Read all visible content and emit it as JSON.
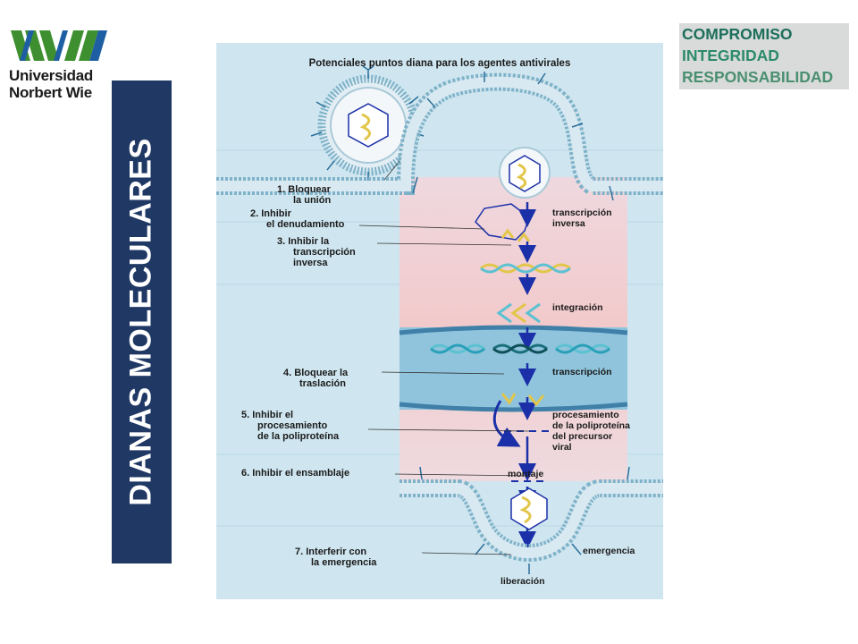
{
  "logo": {
    "line1": "Universidad",
    "line2": "Norbert Wie"
  },
  "slide_title": "DIANAS MOLECULARES",
  "values": [
    "COMPROMISO",
    "INTEGRIDAD",
    "RESPONSABILIDAD"
  ],
  "colors": {
    "band": "#1f3864",
    "figure_bg": "#cfe6f0",
    "arrow": "#1a2fa8",
    "membrane": "#7fb2c8"
  },
  "figure": {
    "title": "Potenciales puntos diana para los agentes antivirales",
    "targets": [
      {
        "num": "1.",
        "text": [
          "Bloquear",
          "la unión"
        ]
      },
      {
        "num": "2.",
        "text": [
          "Inhibir",
          "el denudamiento"
        ]
      },
      {
        "num": "3.",
        "text": [
          "Inhibir la",
          "transcripción",
          "inversa"
        ]
      },
      {
        "num": "4.",
        "text": [
          "Bloquear la",
          "traslación"
        ]
      },
      {
        "num": "5.",
        "text": [
          "Inhibir el",
          "procesamiento",
          "de la poliproteína"
        ]
      },
      {
        "num": "6.",
        "text": [
          "Inhibir el ensamblaje"
        ]
      },
      {
        "num": "7.",
        "text": [
          "Interferir con",
          "la emergencia"
        ]
      }
    ],
    "steps": [
      {
        "text": [
          "transcripción",
          "inversa"
        ]
      },
      {
        "text": [
          "integración"
        ]
      },
      {
        "text": [
          "transcripción"
        ]
      },
      {
        "text": [
          "procesamiento",
          "de la poliproteína",
          "del precursor",
          "viral"
        ]
      },
      {
        "text": [
          "montaje"
        ]
      },
      {
        "text": [
          "emergencia"
        ]
      },
      {
        "text": [
          "liberación"
        ]
      }
    ]
  }
}
